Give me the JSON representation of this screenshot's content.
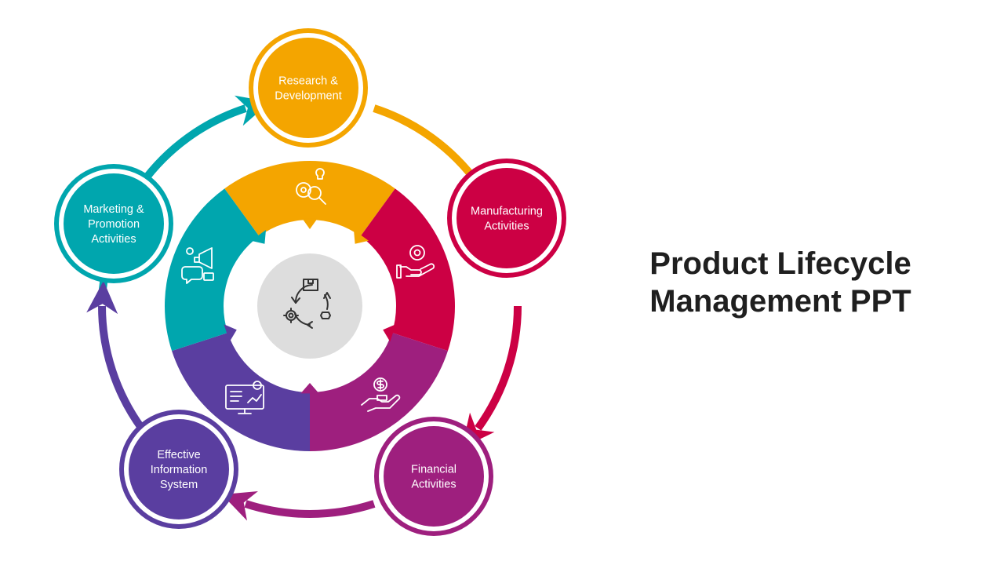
{
  "title": {
    "line1": "Product Lifecycle",
    "line2": "Management PPT"
  },
  "stages": [
    {
      "label_lines": [
        "Research &",
        "Development"
      ],
      "color": "#F4A500",
      "icon": "research-gear-magnifier-icon"
    },
    {
      "label_lines": [
        "Manufacturing",
        "Activities"
      ],
      "color": "#CC0044",
      "icon": "gear-in-hand-icon"
    },
    {
      "label_lines": [
        "Financial",
        "Activities"
      ],
      "color": "#9E1F7E",
      "icon": "dollar-hand-icon"
    },
    {
      "label_lines": [
        "Effective",
        "Information",
        "System"
      ],
      "color": "#5A3EA0",
      "icon": "monitor-dashboard-icon"
    },
    {
      "label_lines": [
        "Marketing &",
        "Promotion",
        "Activities"
      ],
      "color": "#00A6AE",
      "icon": "megaphone-chat-icon"
    }
  ],
  "center": {
    "icon": "lifecycle-cycle-icon",
    "color": "#DDDDDD"
  }
}
